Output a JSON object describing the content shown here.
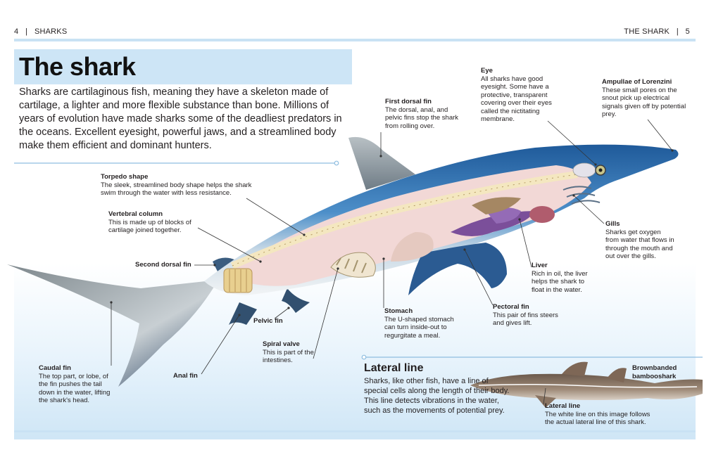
{
  "header": {
    "page_left": "4",
    "section_left": "SHARKS",
    "section_right": "THE SHARK",
    "page_right": "5"
  },
  "title": "The shark",
  "intro": "Sharks are cartilaginous fish, meaning they have a skeleton made of cartilage, a lighter and more flexible substance than bone. Millions of years of evolution have made sharks some of the deadliest predators in the oceans. Excellent eyesight, powerful jaws, and a streamlined body make them efficient and dominant hunters.",
  "labels": {
    "first_dorsal": {
      "title": "First dorsal fin",
      "desc": "The dorsal, anal, and pelvic fins stop the shark from rolling over."
    },
    "eye": {
      "title": "Eye",
      "desc": "All sharks have good eyesight. Some have a protective, transparent covering over their eyes called the nictitating membrane."
    },
    "ampullae": {
      "title": "Ampullae of Lorenzini",
      "desc": "These small pores on the snout pick up electrical signals given off by potential prey."
    },
    "torpedo": {
      "title": "Torpedo shape",
      "desc": "The sleek, streamlined body shape helps the shark swim through the water with less resistance."
    },
    "vertebral": {
      "title": "Vertebral column",
      "desc": "This is made up of blocks of cartilage joined together."
    },
    "second_dorsal": {
      "title": "Second dorsal fin"
    },
    "gills": {
      "title": "Gills",
      "desc": "Sharks get oxygen from water that flows in through the mouth and out over the gills."
    },
    "liver": {
      "title": "Liver",
      "desc": "Rich in oil, the liver helps the shark to float in the water."
    },
    "stomach": {
      "title": "Stomach",
      "desc": "The U-shaped stomach can turn inside-out to regurgitate a meal."
    },
    "pectoral": {
      "title": "Pectoral fin",
      "desc": "This pair of fins steers and gives lift."
    },
    "pelvic": {
      "title": "Pelvic fin"
    },
    "spiral": {
      "title": "Spiral valve",
      "desc": "This is part of the intestines."
    },
    "caudal": {
      "title": "Caudal fin",
      "desc": "The top part, or lobe, of the fin pushes the tail down in the water, lifting the shark's head."
    },
    "anal": {
      "title": "Anal fin"
    }
  },
  "lateral_line": {
    "title": "Lateral line",
    "body": "Sharks, like other fish, have a line of special cells along the length of their body. This line detects vibrations in the water, such as the movements of potential prey.",
    "species_label": "Brownbanded bambooshark",
    "caption_title": "Lateral line",
    "caption_desc": "The white line on this image follows the actual lateral line of this shark."
  },
  "colors": {
    "accent_blue": "#c9e2f4",
    "title_box": "#cde5f6",
    "shark_blue": "#2f6fb0",
    "shark_belly": "#eef2f4"
  }
}
